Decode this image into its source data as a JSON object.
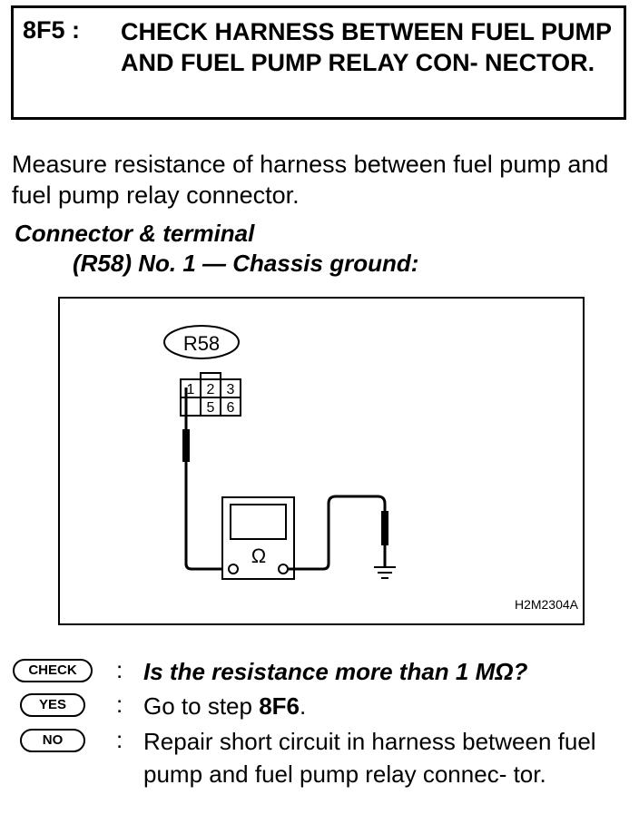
{
  "header": {
    "step_id": "8F5 :",
    "title": "CHECK HARNESS BETWEEN FUEL PUMP AND FUEL PUMP RELAY CON- NECTOR."
  },
  "intro": "Measure resistance of harness between fuel pump and fuel pump relay connector.",
  "connector": {
    "label": "Connector & terminal",
    "detail": "(R58) No. 1 — Chassis ground:"
  },
  "figure": {
    "connector_name": "R58",
    "terminals_top": [
      "1",
      "2",
      "3"
    ],
    "terminals_bottom": [
      "",
      "5",
      "6"
    ],
    "meter_symbol": "Ω",
    "figure_code": "H2M2304A"
  },
  "rows": {
    "check": {
      "badge": "CHECK",
      "colon": ":",
      "text": "Is the resistance more than 1 MΩ?"
    },
    "yes": {
      "badge": "YES",
      "colon": ":",
      "text_prefix": "Go to step ",
      "step": "8F6",
      "text_suffix": "."
    },
    "no": {
      "badge": "NO",
      "colon": ":",
      "text": "Repair short circuit in harness between fuel pump and fuel pump relay connec- tor."
    }
  }
}
